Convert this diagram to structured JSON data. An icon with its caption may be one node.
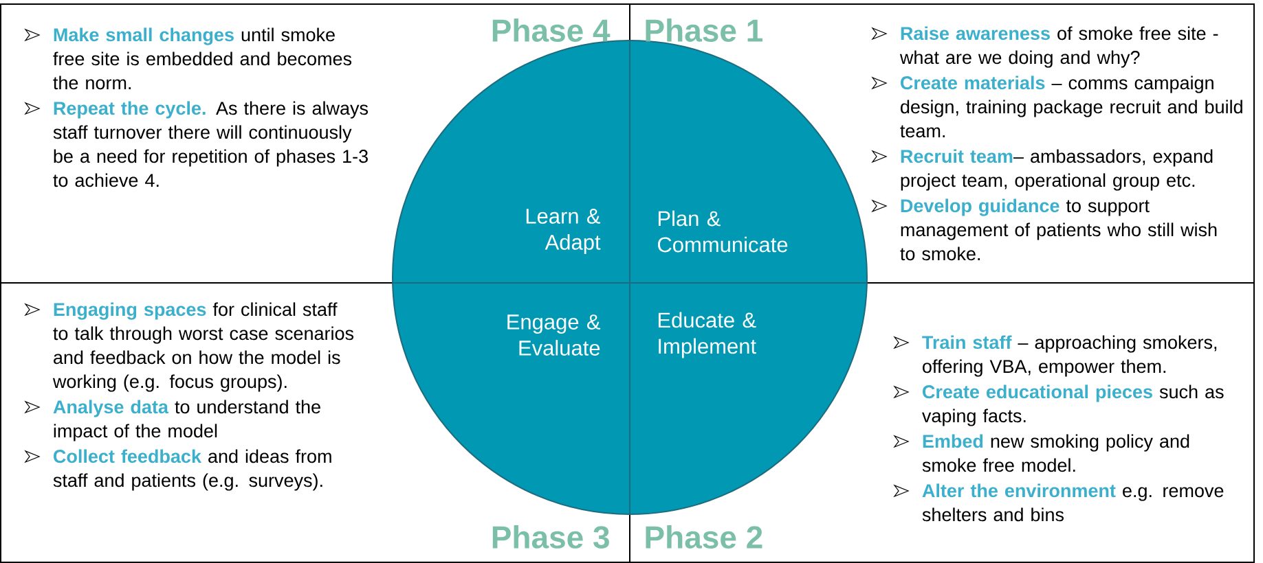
{
  "diagram": {
    "nodes": [
      {
        "text": [
          "**Make small changes** until smoke free site is embedded and becomes the norm.",
          "**Repeat the cycle.** As there is always staff turnover there will continuously be a need for repetition of phases 1-3 to achieve 4."
        ]
      },
      {
        "text": [],
        "shape": "circle"
      },
      {
        "text": [
          "Learn & Adapt"
        ],
        "in": 1
      },
      {
        "text": [
          "Plan & Communicate"
        ],
        "in": 1
      },
      {
        "text": [
          "Engage & Evaluate"
        ],
        "in": 1
      },
      {
        "text": [
          "Educate & Implement"
        ],
        "in": 1
      },
      {
        "text": [
          "**Raise awareness** of smoke free site - what are we doing and why?",
          "**Create materials** – comms campaign design, training package recruit and build team.",
          "**Recruit team**– ambassadors, expand project team, operational group etc.",
          "**Develop guidance** to support management of patients who still wish to smoke."
        ]
      },
      {
        "text": [
          "**Engaging spaces** for clinical staff to talk through worst case scenarios and feedback on how the model is working (e.g. focus groups).",
          "**Analyse data** to understand the impact of the model",
          "**Collect feedback** and ideas from staff and patients (e.g. surveys)."
        ]
      },
      {
        "text": [
          "**Train staff** – approaching smokers, offering VBA, empower them.",
          "**Create educational pieces** such as vaping facts.",
          "**Embed** new smoking policy and smoke free model.",
          "**Alter the environment** e.g. remove shelters and bins"
        ]
      }
    ],
    "labels": [
      "Phase 4",
      "Phase 1",
      "Phase 3",
      "Phase 2"
    ]
  }
}
